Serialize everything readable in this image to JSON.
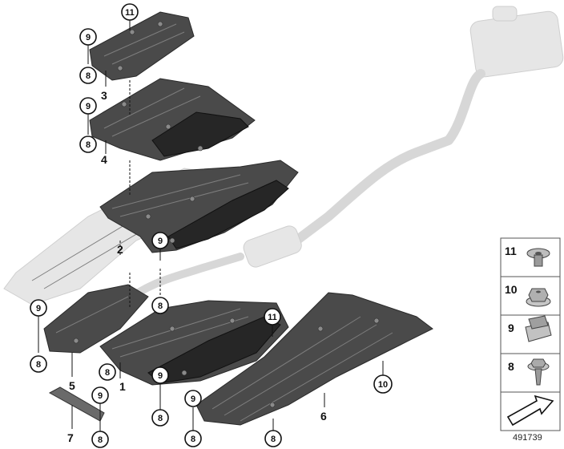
{
  "diagram": {
    "reference_number": "491739",
    "part_labels": {
      "p1": "1",
      "p2": "2",
      "p3": "3",
      "p4": "4",
      "p5": "5",
      "p6": "6",
      "p7": "7"
    },
    "callouts": {
      "c11_top": "11",
      "c9_p3": "9",
      "c8_p3": "8",
      "c9_p4": "9",
      "c8_p4": "8",
      "c9_mid": "9",
      "c8_mid": "8",
      "c9_p5": "9",
      "c8_p5": "8",
      "c8_p1": "8",
      "c9_p1": "9",
      "c8_p1b": "8",
      "c11_p6": "11",
      "c10_p6": "10",
      "c9_p6": "9",
      "c8_p6a": "8",
      "c8_p6b": "8",
      "c9_p7": "9",
      "c8_p7": "8"
    },
    "legend": {
      "items": [
        {
          "number": "11",
          "icon": "expanding-rivet-icon"
        },
        {
          "number": "10",
          "icon": "hex-collar-nut-icon"
        },
        {
          "number": "9",
          "icon": "clip-nut-icon"
        },
        {
          "number": "8",
          "icon": "hex-collar-screw-icon"
        }
      ],
      "direction_icon": "forward-arrow-icon"
    },
    "colors": {
      "panel_dark": "#4a4a4a",
      "panel_black": "#262626",
      "ghost_gray": "#e6e6e6"
    }
  }
}
